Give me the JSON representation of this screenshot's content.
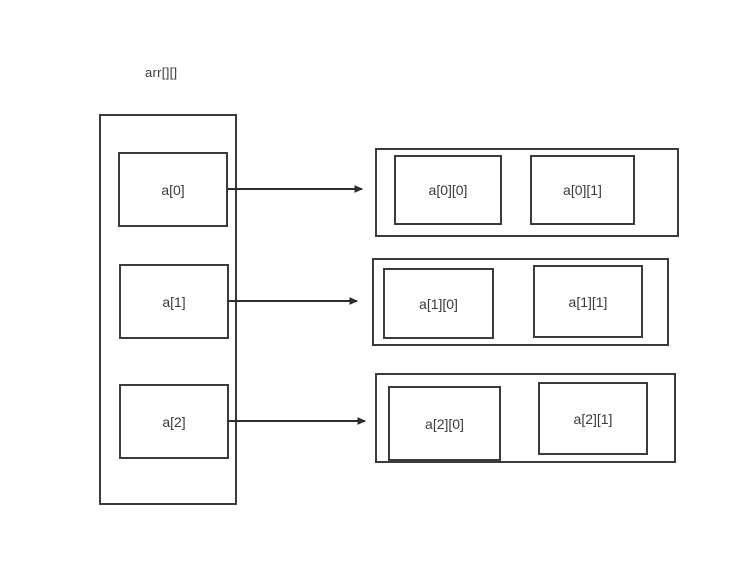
{
  "diagram": {
    "title": "arr[][]",
    "pointer_array": {
      "name": "arr",
      "cells": [
        {
          "label": "a[0]"
        },
        {
          "label": "a[1]"
        },
        {
          "label": "a[2]"
        }
      ]
    },
    "rows": [
      {
        "row_label": "a[0]",
        "cells": [
          {
            "label": "a[0][0]"
          },
          {
            "label": "a[0][1]"
          }
        ]
      },
      {
        "row_label": "a[1]",
        "cells": [
          {
            "label": "a[1][0]"
          },
          {
            "label": "a[1][1]"
          }
        ]
      },
      {
        "row_label": "a[2]",
        "cells": [
          {
            "label": "a[2][0]"
          },
          {
            "label": "a[2][1]"
          }
        ]
      }
    ],
    "arrows": [
      {
        "from": "a[0]",
        "to": "a[0] row"
      },
      {
        "from": "a[1]",
        "to": "a[1] row"
      },
      {
        "from": "a[2]",
        "to": "a[2] row"
      }
    ],
    "colors": {
      "background": "#ffffff",
      "stroke": "#3b3b3b",
      "text": "#3a3a3a"
    }
  }
}
